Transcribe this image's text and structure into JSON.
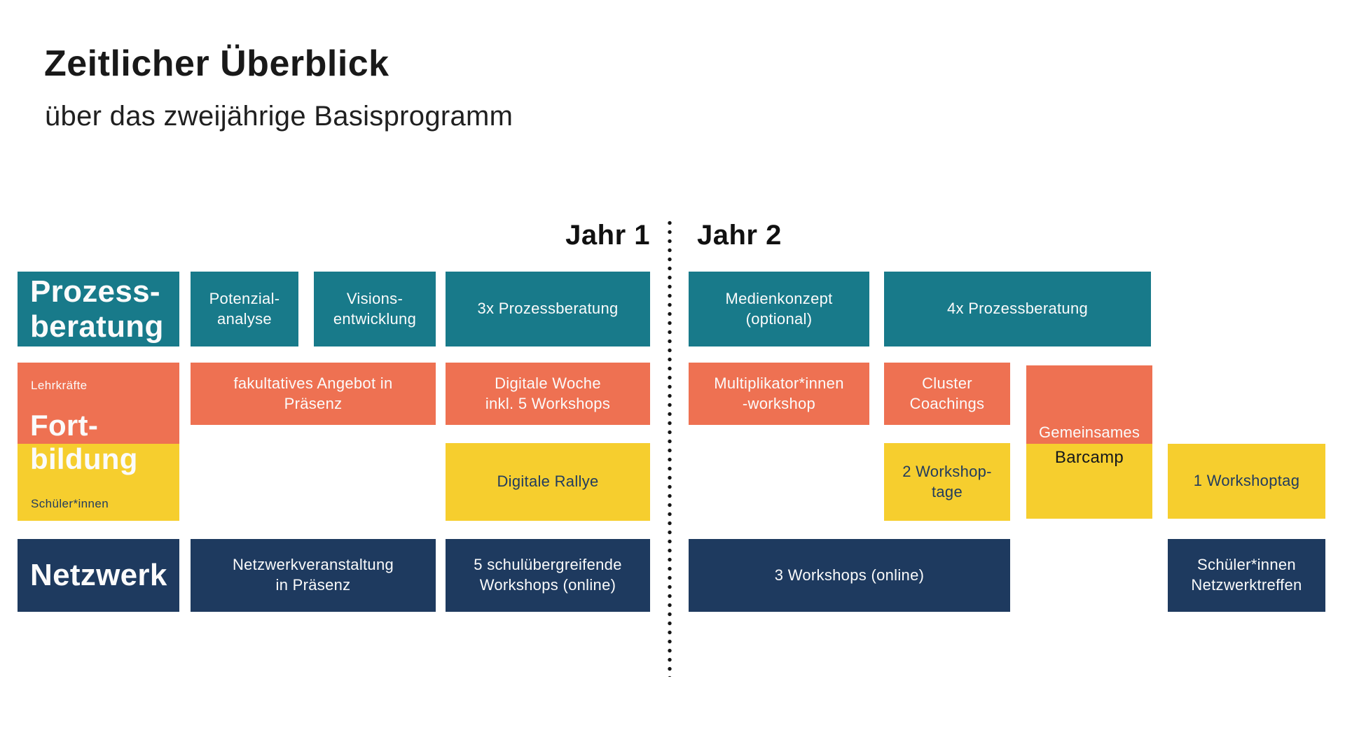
{
  "title": {
    "heading": "Zeitlicher Überblick",
    "subheading": "über das zweijährige Basisprogramm"
  },
  "years": {
    "year1": "Jahr 1",
    "year2": "Jahr 2"
  },
  "colors": {
    "teal": "#187a8a",
    "orange": "#ee7152",
    "yellow": "#f6ce2e",
    "navy": "#1e3a5f",
    "text_light": "#fbfbfb",
    "text_dark": "#223c5e",
    "text_black": "#15181c",
    "divider": "#161616"
  },
  "rows": {
    "prozessberatung": {
      "label": "Prozess-\nberatung",
      "year1": {
        "potenzialanalyse": "Potenzial-\nanalyse",
        "visionsentwicklung": "Visions-\nentwicklung",
        "prozessberatung_3x": "3x Prozessberatung"
      },
      "year2": {
        "medienkonzept": "Medienkonzept\n(optional)",
        "prozessberatung_4x": "4x Prozessberatung"
      }
    },
    "fortbildung": {
      "audience_top": "Lehrkräfte",
      "label": "Fort-\nbildung",
      "audience_bottom": "Schüler*innen",
      "year1": {
        "fakultatives_angebot": "fakultatives Angebot in\nPräsenz",
        "digitale_woche": "Digitale Woche\ninkl. 5 Workshops",
        "digitale_rallye": "Digitale Rallye"
      },
      "year2": {
        "multiplikator_workshop": "Multiplikator*innen\n-workshop",
        "cluster_coachings": "Cluster\nCoachings",
        "workshop_tage": "2 Workshop-\ntage",
        "gemeinsames": "Gemeinsames",
        "barcamp": "Barcamp",
        "workshoptag": "1 Workshoptag"
      }
    },
    "netzwerk": {
      "label": "Netzwerk",
      "year1": {
        "netzwerkveranstaltung": "Netzwerkveranstaltung\nin Präsenz",
        "schuluebergreifende_workshops": "5 schulübergreifende\nWorkshops (online)"
      },
      "year2": {
        "workshops_online": "3 Workshops (online)",
        "schueler_netzwerktreffen": "Schüler*innen\nNetzwerktreffen"
      }
    }
  }
}
